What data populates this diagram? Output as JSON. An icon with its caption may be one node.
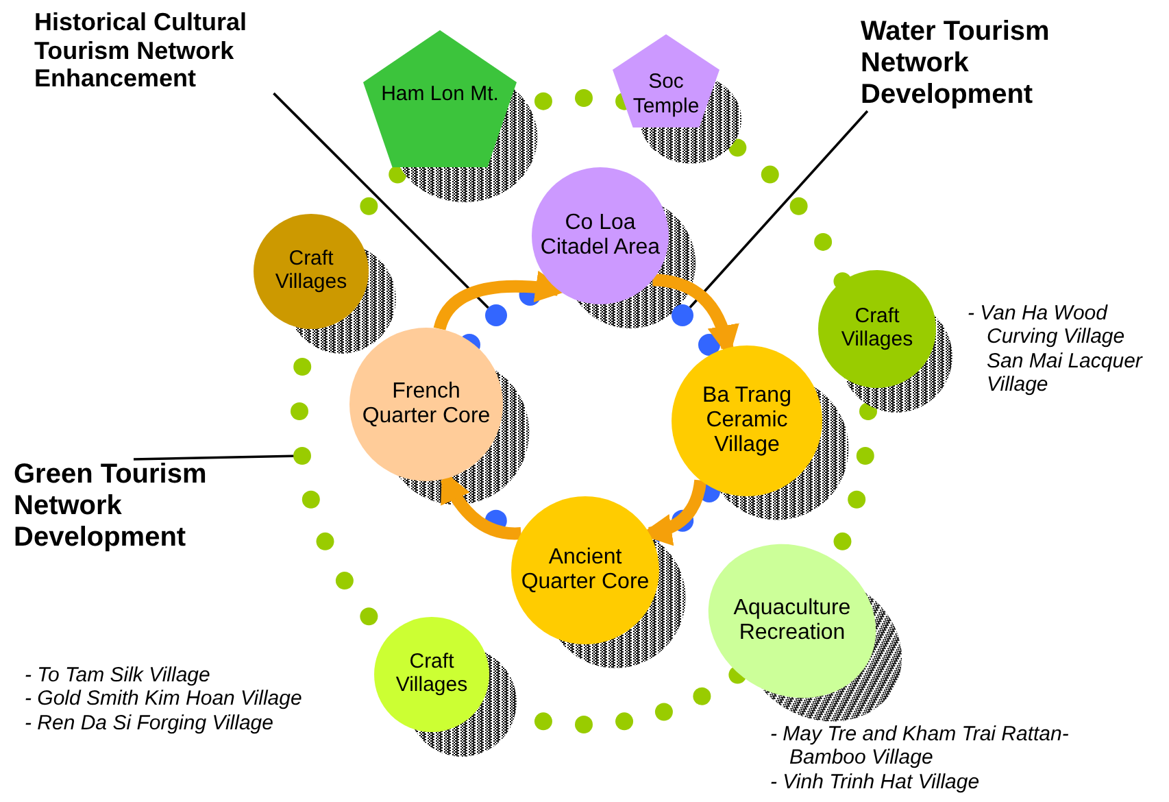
{
  "diagram": {
    "nodes": [
      {
        "text": [
          "Historical Cultural Tourism Network Enhancement"
        ]
      },
      {
        "text": [
          "Water Tourism Network Development"
        ]
      },
      {
        "text": [
          "Green Tourism Network Development"
        ]
      },
      {
        "text": [
          "Ham Lon Mt."
        ]
      },
      {
        "text": [
          "Soc Temple"
        ]
      },
      {
        "text": [
          "Co Loa Citadel Area"
        ]
      },
      {
        "text": [
          "Craft Villages"
        ]
      },
      {
        "text": [
          "Craft Villages"
        ],
        "beside": [
          "- Van Ha Wood Curving Village San Mai Lacquer Village"
        ]
      },
      {
        "text": [
          "French Quarter Core"
        ]
      },
      {
        "text": [
          "Ba Trang Ceramic Village"
        ]
      },
      {
        "text": [
          "Ancient Quarter Core"
        ]
      },
      {
        "text": [
          "Aquaculture Recreation"
        ],
        "beside": [
          "- May Tre and Kham Trai Rattan-Bamboo Village",
          "- Vinh Trinh Hat Village"
        ]
      },
      {
        "text": [
          "Craft Villages"
        ],
        "beside": [
          "- To Tam Silk Village",
          "- Gold Smith Kim Hoan Village",
          "- Ren Da Si Forging Village"
        ]
      },
      {
        "text": [],
        "shape": "circle"
      },
      {
        "text": [],
        "shape": "circle"
      },
      {
        "text": [],
        "shape": "circle"
      }
    ],
    "edges": [
      {
        "from": 0,
        "to": 13,
        "arrow": "none",
        "color": "#000000"
      },
      {
        "from": 1,
        "to": 14,
        "arrow": "none",
        "color": "#000000"
      },
      {
        "from": 2,
        "to": 15,
        "arrow": "none",
        "color": "#000000"
      },
      {
        "from": 8,
        "to": 5,
        "arrow": "to"
      },
      {
        "from": 5,
        "to": 9,
        "arrow": "to"
      },
      {
        "from": 9,
        "to": 10,
        "arrow": "to"
      },
      {
        "from": 10,
        "to": 8,
        "arrow": "to"
      }
    ]
  }
}
